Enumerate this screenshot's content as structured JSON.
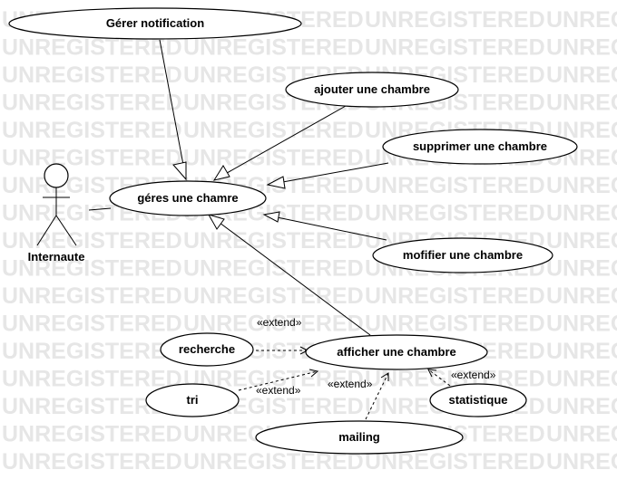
{
  "watermark": "UNREGISTERED",
  "actor": {
    "name": "Internaute"
  },
  "use_cases": {
    "gerer_notification": "Gérer notification",
    "ajouter": "ajouter une chambre",
    "supprimer": "supprimer une chambre",
    "geres": "géres une chamre",
    "modifier": "mofifier une chambre",
    "recherche": "recherche",
    "afficher": "afficher une chambre",
    "tri": "tri",
    "statistique": "statistique",
    "mailing": "mailing"
  },
  "stereotypes": {
    "recherche_extend": "«extend»",
    "tri_extend": "«extend»",
    "mailing_extend": "«extend»",
    "statistique_extend": "«extend»"
  }
}
